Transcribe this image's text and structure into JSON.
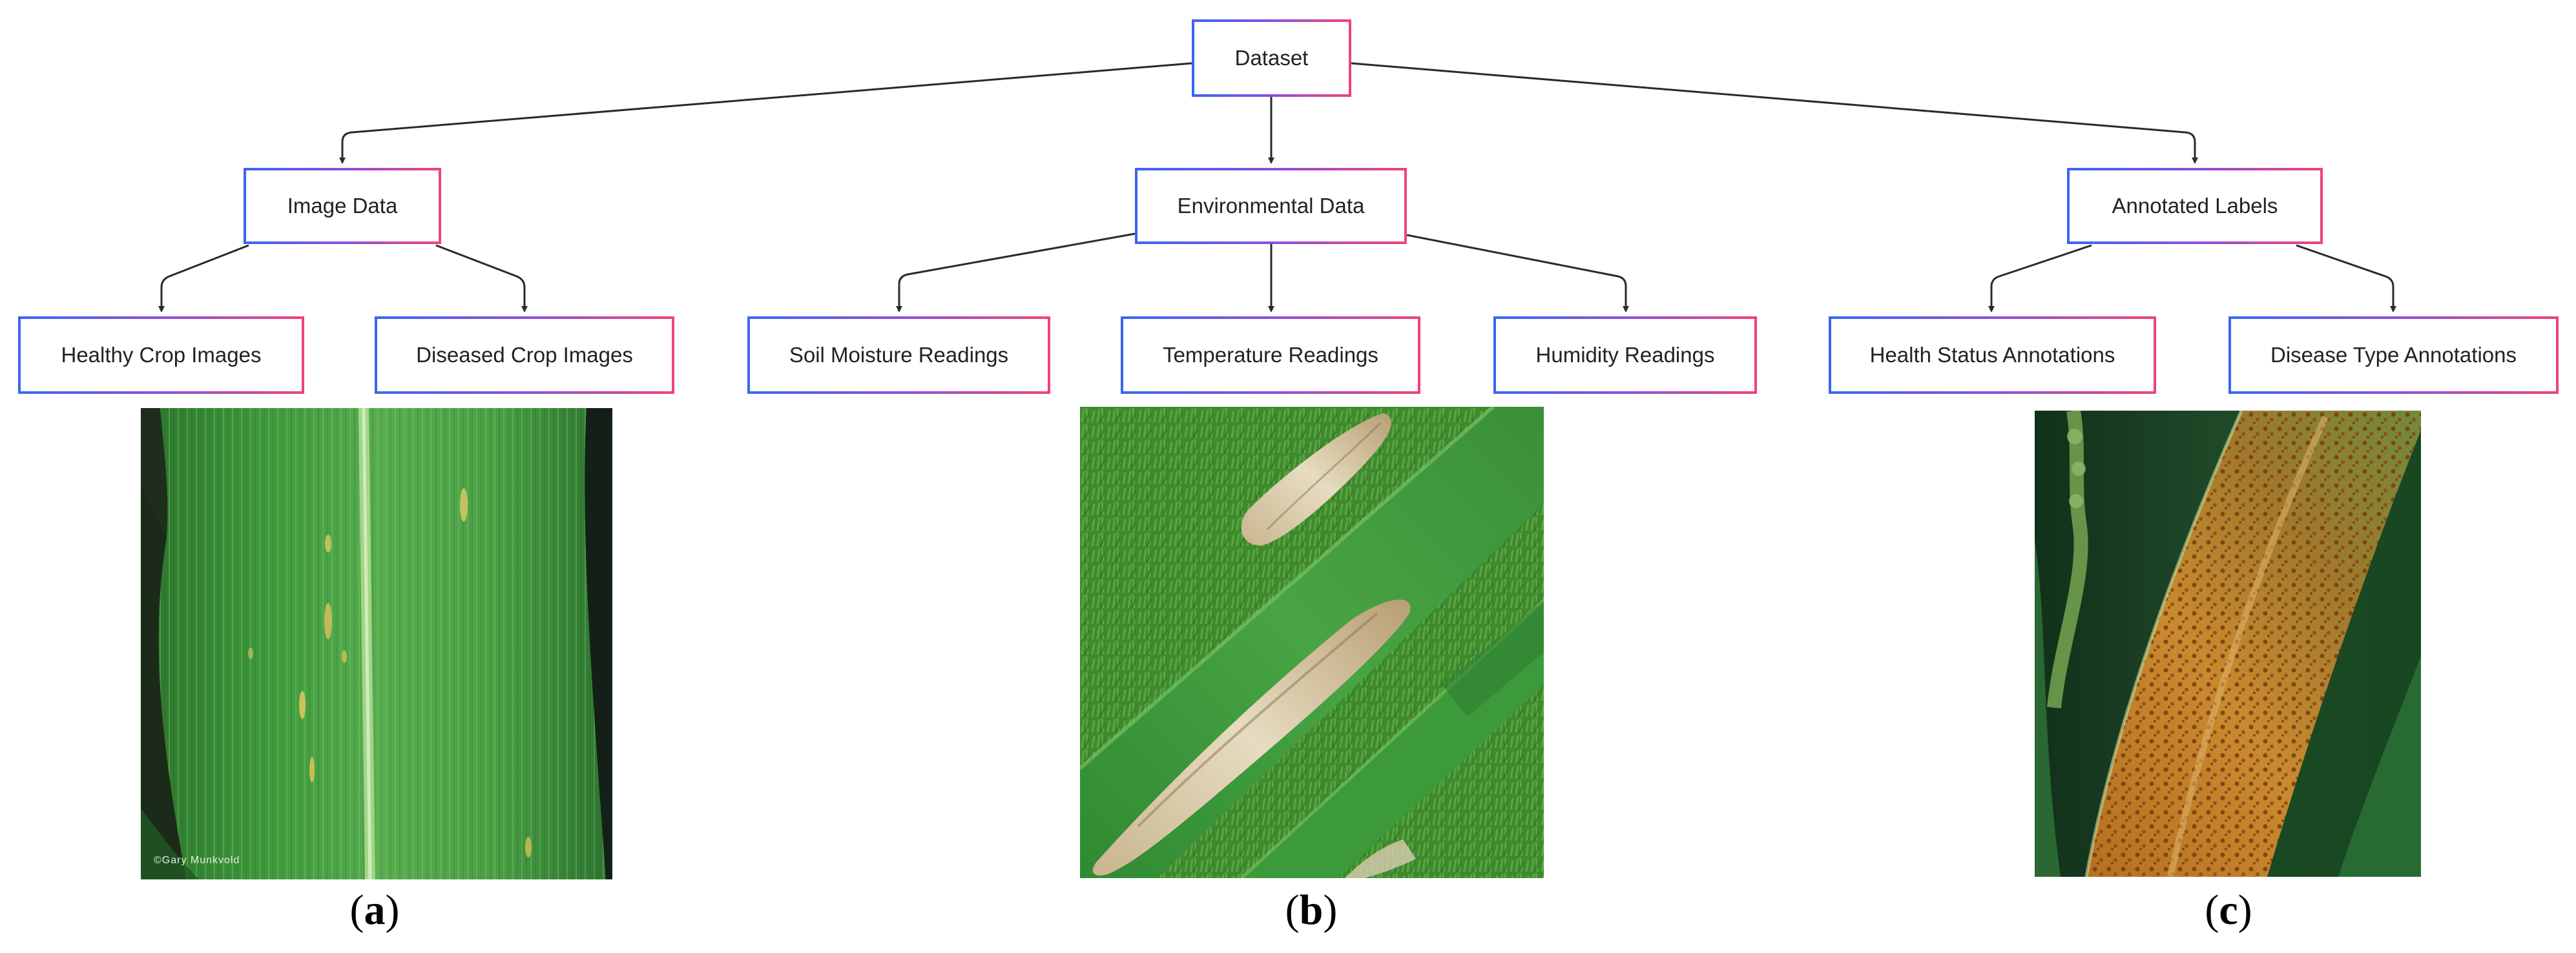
{
  "nodes": {
    "dataset": "Dataset",
    "image_data": "Image Data",
    "environmental_data": "Environmental Data",
    "annotated_labels": "Annotated Labels",
    "healthy_crop_images": "Healthy Crop Images",
    "diseased_crop_images": "Diseased Crop Images",
    "soil_moisture_readings": "Soil Moisture Readings",
    "temperature_readings": "Temperature Readings",
    "humidity_readings": "Humidity Readings",
    "health_status_annotations": "Health Status Annotations",
    "disease_type_annotations": "Disease Type Annotations"
  },
  "photos": {
    "a": {
      "credit": "©Gary Munkvold"
    }
  },
  "captions": {
    "a": {
      "open": "(",
      "letter": "a",
      "close": ")"
    },
    "b": {
      "open": "(",
      "letter": "b",
      "close": ")"
    },
    "c": {
      "open": "(",
      "letter": "c",
      "close": ")"
    }
  },
  "colors": {
    "border_start": "#3a66f0",
    "border_end": "#f0437a",
    "arrow": "#2a2a2a"
  }
}
